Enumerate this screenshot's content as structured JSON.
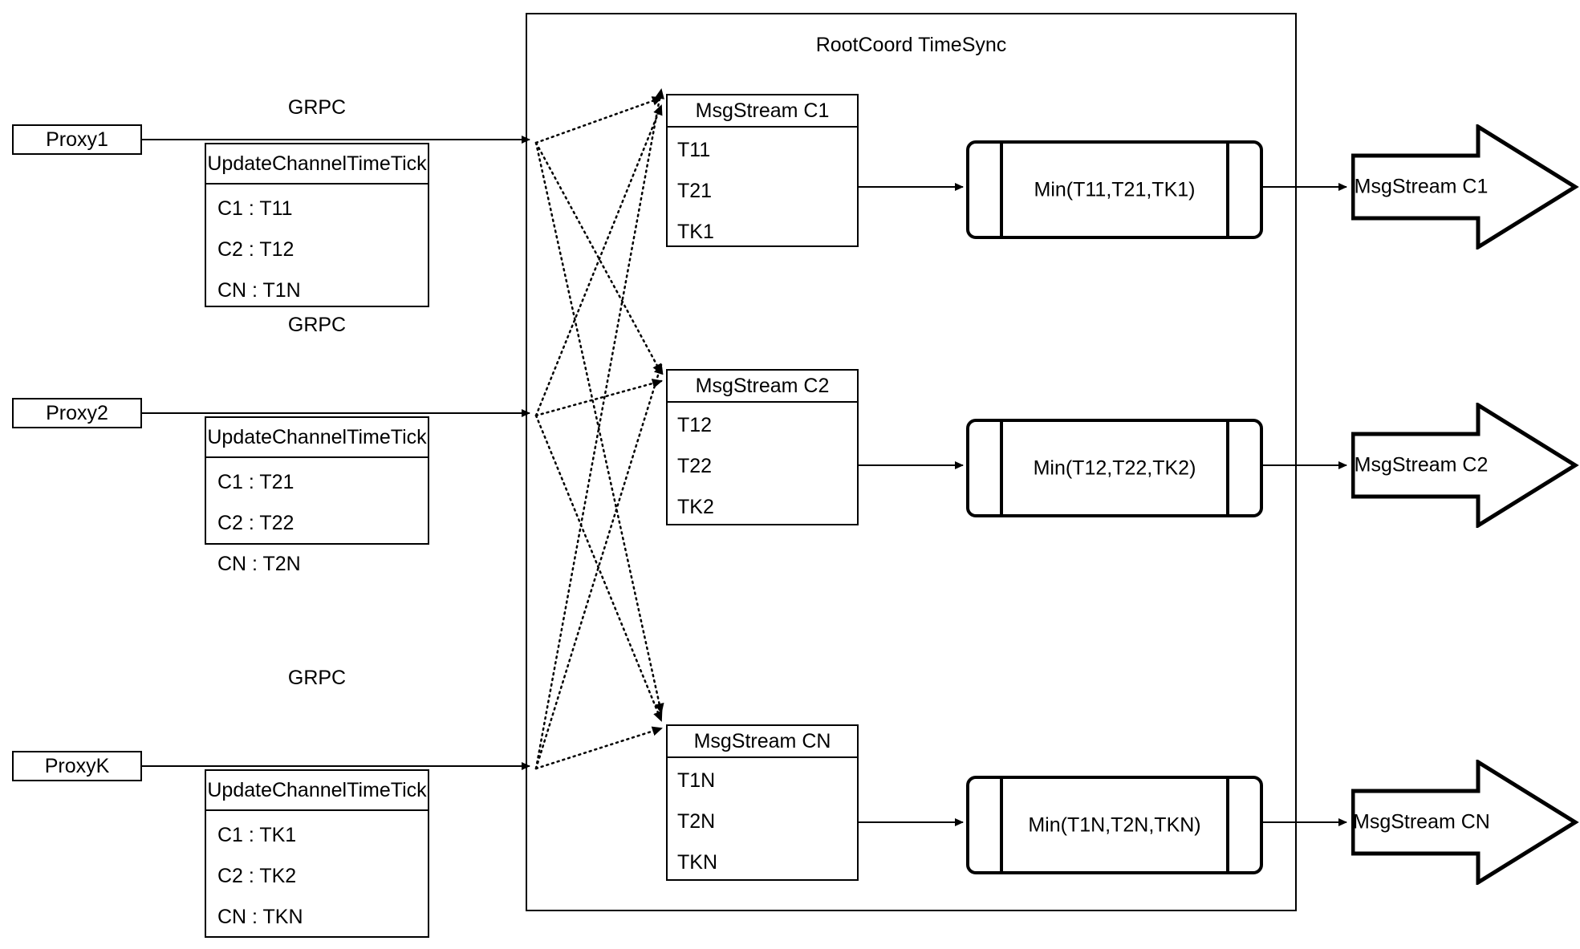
{
  "diagram": {
    "container": {
      "title": "RootCoord TimeSync"
    },
    "proxies": [
      {
        "name": "Proxy1",
        "link_label": "GRPC",
        "request": {
          "header": "UpdateChannelTimeTick",
          "rows": [
            "C1 :  T11",
            "C2 :  T12",
            "CN : T1N"
          ]
        }
      },
      {
        "name": "Proxy2",
        "link_label": "GRPC",
        "request": {
          "header": "UpdateChannelTimeTick",
          "rows": [
            "C1 :  T21",
            "C2 :  T22",
            "CN : T2N"
          ]
        }
      },
      {
        "name": "ProxyK",
        "link_label": "GRPC",
        "request": {
          "header": "UpdateChannelTimeTick",
          "rows": [
            "C1 :  TK1",
            "C2 :  TK2",
            "CN : TKN"
          ]
        }
      }
    ],
    "channels": [
      {
        "stream": {
          "header": "MsgStream C1",
          "rows": [
            "T11",
            "T21",
            "TK1"
          ]
        },
        "process": "Min(T11,T21,TK1)",
        "output": "MsgStream C1"
      },
      {
        "stream": {
          "header": "MsgStream C2",
          "rows": [
            "T12",
            "T22",
            "TK2"
          ]
        },
        "process": "Min(T12,T22,TK2)",
        "output": "MsgStream C2"
      },
      {
        "stream": {
          "header": "MsgStream CN",
          "rows": [
            "T1N",
            "T2N",
            "TKN"
          ]
        },
        "process": "Min(T1N,T2N,TKN)",
        "output": "MsgStream CN"
      }
    ],
    "colors": {
      "stroke": "#000000",
      "background": "#ffffff"
    }
  }
}
